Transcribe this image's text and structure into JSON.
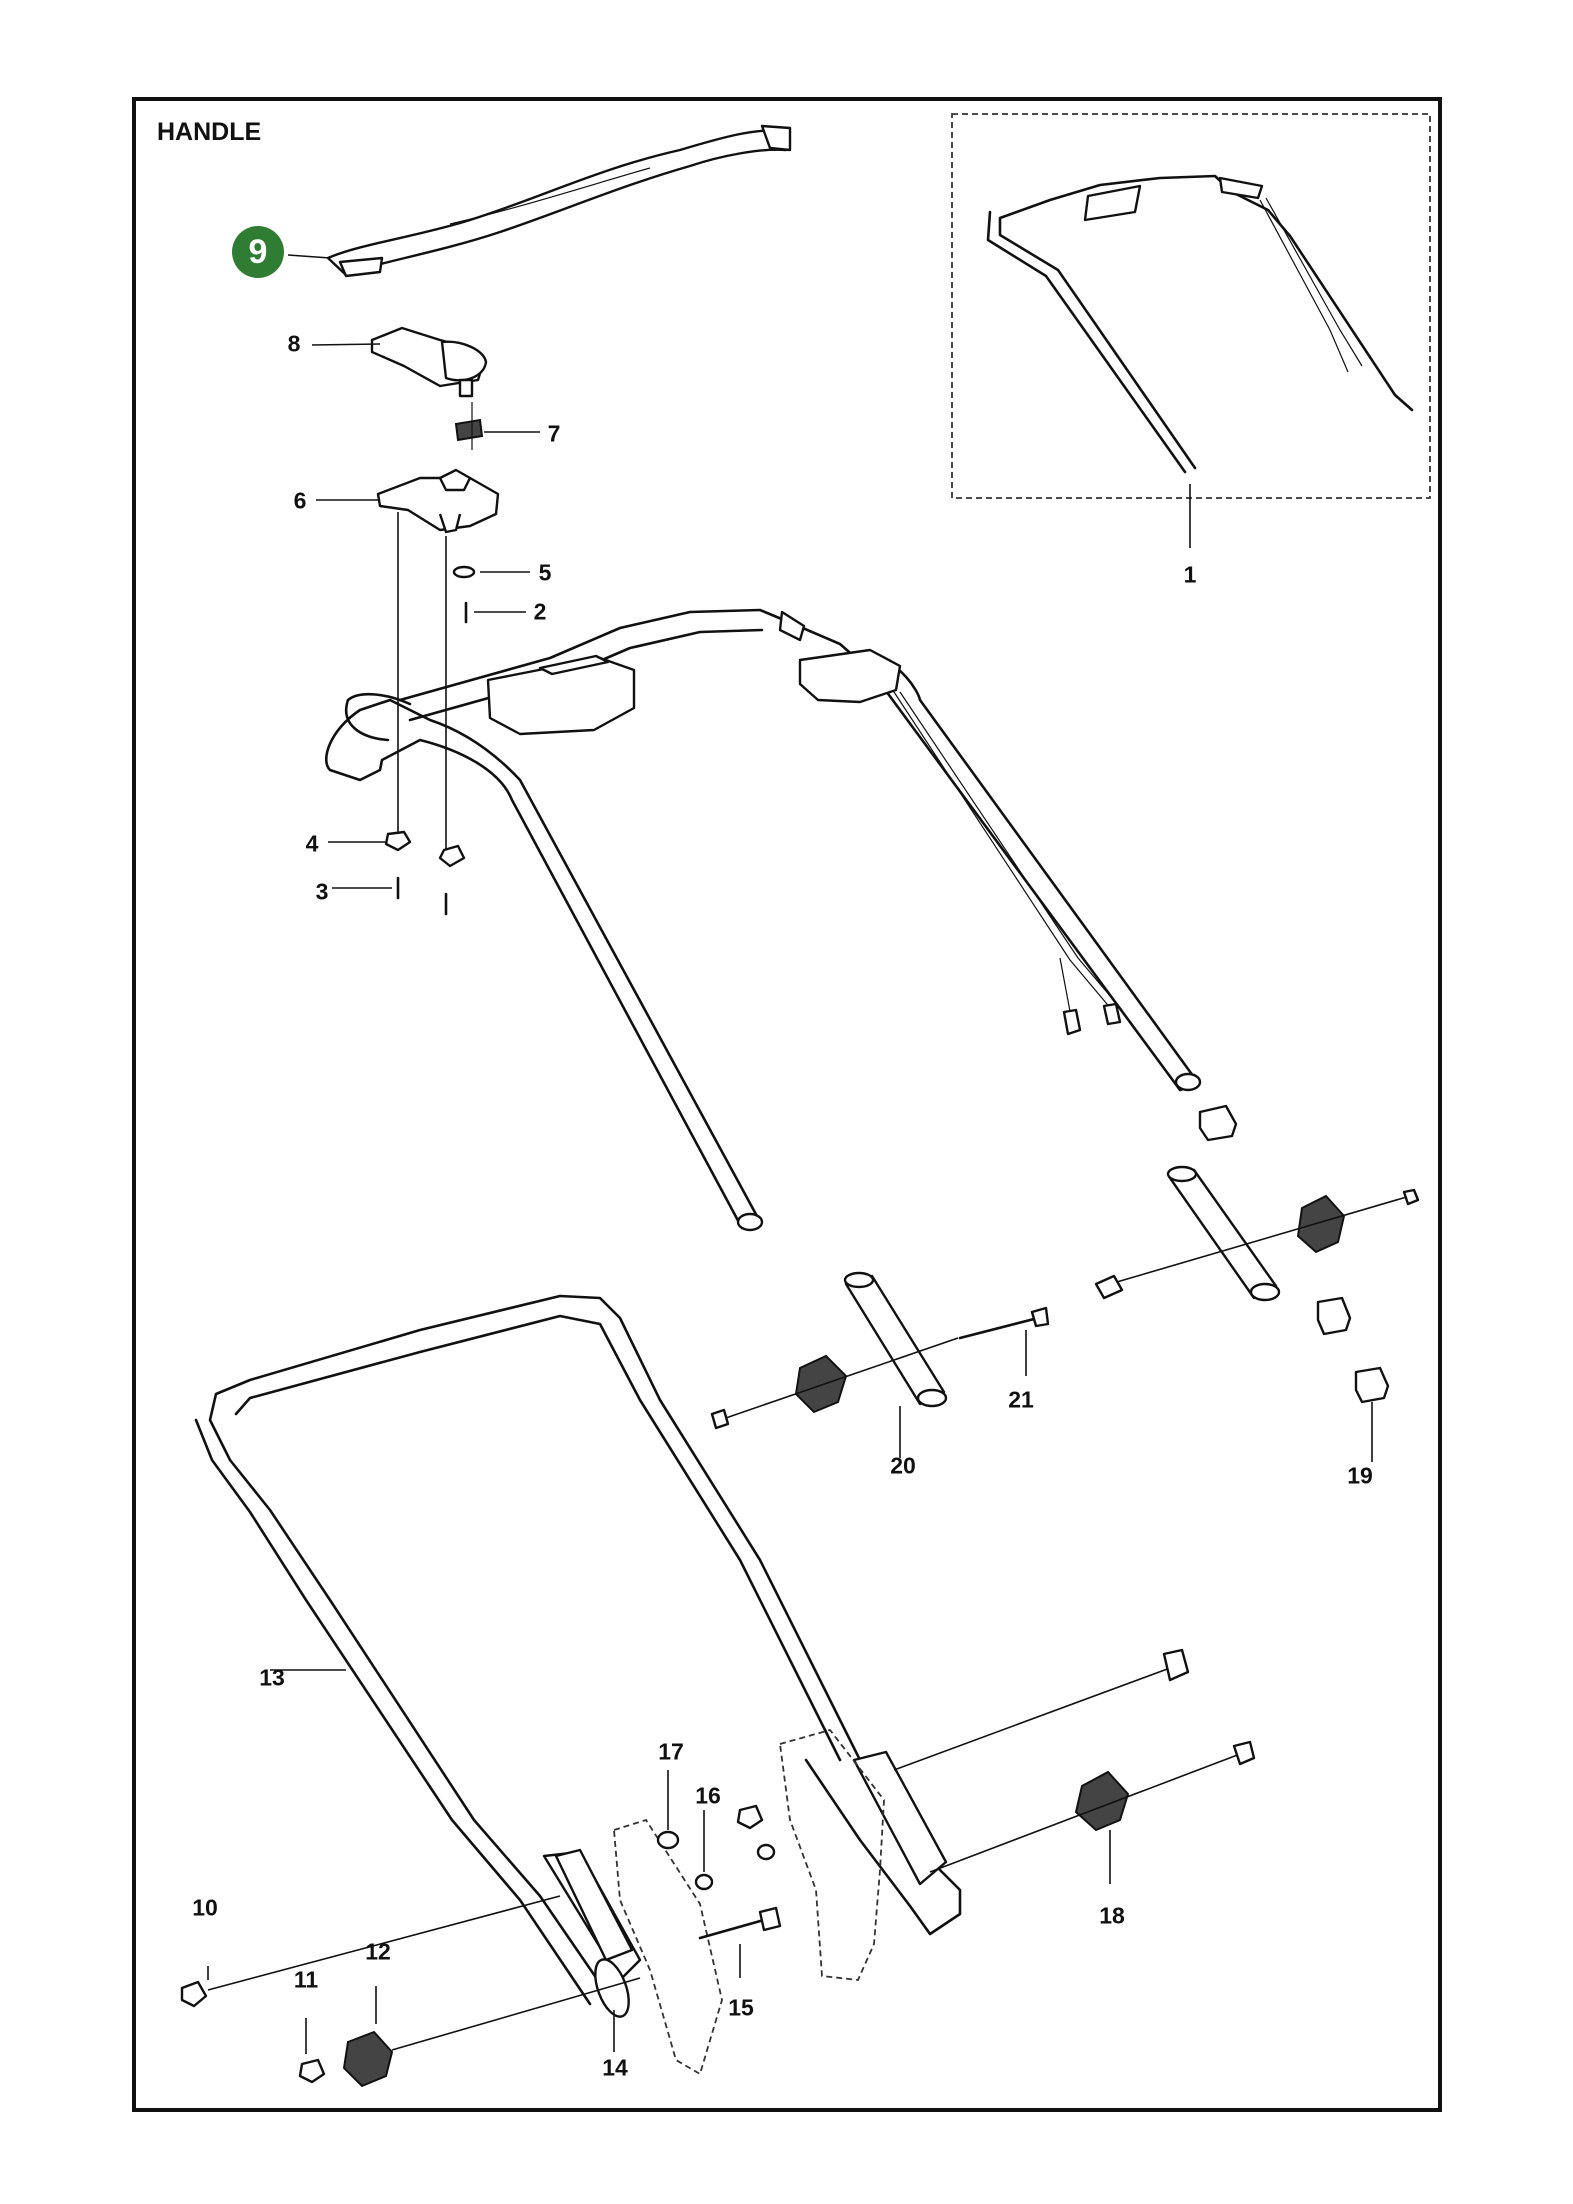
{
  "title": "HANDLE",
  "highlight": {
    "number": "9",
    "color": "#2e7d32"
  },
  "callouts": [
    "1",
    "2",
    "3",
    "4",
    "5",
    "6",
    "7",
    "8",
    "10",
    "11",
    "12",
    "13",
    "14",
    "15",
    "16",
    "17",
    "18",
    "19",
    "20",
    "21"
  ]
}
